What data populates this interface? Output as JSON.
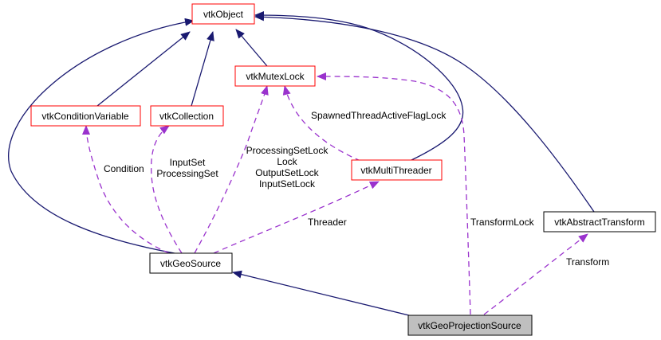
{
  "title": "vtkGeoProjectionSource collaboration graph",
  "colors": {
    "inheritance_edge": "#191970",
    "usage_edge": "#9a32cd",
    "documented_border": "#ff0000",
    "undocumented_border": "#000000",
    "focus_fill": "#bfbfbf",
    "node_fill": "#ffffff"
  },
  "nodes": [
    {
      "id": "vtkObject",
      "label": "vtkObject",
      "style": "documented"
    },
    {
      "id": "vtkMutexLock",
      "label": "vtkMutexLock",
      "style": "documented"
    },
    {
      "id": "vtkConditionVariable",
      "label": "vtkConditionVariable",
      "style": "documented"
    },
    {
      "id": "vtkCollection",
      "label": "vtkCollection",
      "style": "documented"
    },
    {
      "id": "vtkMultiThreader",
      "label": "vtkMultiThreader",
      "style": "documented"
    },
    {
      "id": "vtkGeoSource",
      "label": "vtkGeoSource",
      "style": "plain"
    },
    {
      "id": "vtkAbstractTransform",
      "label": "vtkAbstractTransform",
      "style": "plain"
    },
    {
      "id": "vtkGeoProjectionSource",
      "label": "vtkGeoProjectionSource",
      "style": "focus"
    }
  ],
  "edges": [
    {
      "from": "vtkMutexLock",
      "to": "vtkObject",
      "type": "inheritance"
    },
    {
      "from": "vtkConditionVariable",
      "to": "vtkObject",
      "type": "inheritance"
    },
    {
      "from": "vtkCollection",
      "to": "vtkObject",
      "type": "inheritance"
    },
    {
      "from": "vtkGeoSource",
      "to": "vtkObject",
      "type": "inheritance"
    },
    {
      "from": "vtkMultiThreader",
      "to": "vtkObject",
      "type": "inheritance"
    },
    {
      "from": "vtkAbstractTransform",
      "to": "vtkObject",
      "type": "inheritance"
    },
    {
      "from": "vtkGeoProjectionSource",
      "to": "vtkGeoSource",
      "type": "inheritance"
    },
    {
      "from": "vtkGeoSource",
      "to": "vtkConditionVariable",
      "type": "usage",
      "label": [
        "Condition"
      ]
    },
    {
      "from": "vtkGeoSource",
      "to": "vtkCollection",
      "type": "usage",
      "label": [
        "InputSet",
        "ProcessingSet"
      ]
    },
    {
      "from": "vtkGeoSource",
      "to": "vtkMutexLock",
      "type": "usage",
      "label": [
        "ProcessingSetLock",
        "Lock",
        "OutputSetLock",
        "InputSetLock"
      ]
    },
    {
      "from": "vtkGeoSource",
      "to": "vtkMultiThreader",
      "type": "usage",
      "label": [
        "Threader"
      ]
    },
    {
      "from": "vtkMultiThreader",
      "to": "vtkMutexLock",
      "type": "usage",
      "label": [
        "SpawnedThreadActiveFlagLock"
      ]
    },
    {
      "from": "vtkGeoProjectionSource",
      "to": "vtkMutexLock",
      "type": "usage",
      "label": [
        "TransformLock"
      ]
    },
    {
      "from": "vtkGeoProjectionSource",
      "to": "vtkAbstractTransform",
      "type": "usage",
      "label": [
        "Transform"
      ]
    }
  ]
}
